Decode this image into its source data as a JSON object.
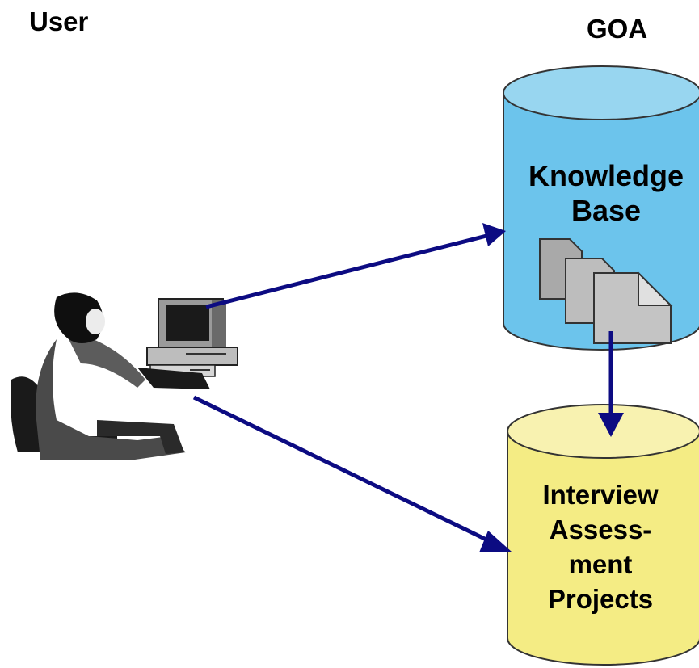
{
  "lanes": {
    "user": "User",
    "goa": "GOA"
  },
  "knowledge_base": {
    "lines": [
      "Knowledge",
      "Base"
    ]
  },
  "interview_db": {
    "lines": [
      "Interview",
      "Assess-",
      "ment",
      "Projects"
    ]
  },
  "colors": {
    "arrow": "#0c0b82",
    "kb_fill": "#6cc4ec",
    "kb_top": "#98d6f0",
    "interview_fill": "#f4ec84",
    "interview_top": "#f8f2b0",
    "outline": "#333333"
  },
  "icons": [
    "person-at-computer-icon",
    "documents-icon"
  ]
}
